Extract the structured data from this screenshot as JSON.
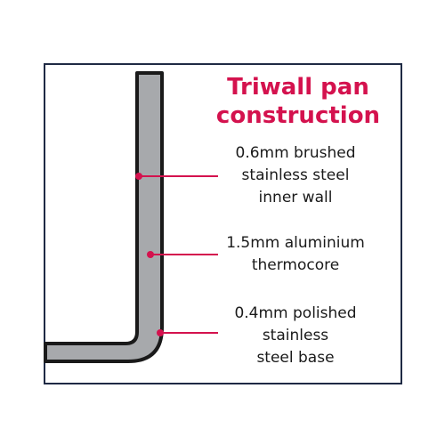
{
  "title": {
    "line1": "Triwall pan",
    "line2": "construction"
  },
  "callouts": [
    {
      "lines": [
        "0.6mm brushed",
        "stainless steel",
        "inner wall"
      ]
    },
    {
      "lines": [
        "1.5mm aluminium",
        "thermocore"
      ]
    },
    {
      "lines": [
        "0.4mm polished",
        "stainless",
        "steel base"
      ]
    }
  ],
  "colors": {
    "accent": "#d4124e",
    "frame": "#1f2a44",
    "pan_fill": "#a7a9ac",
    "pan_outline": "#1a1a1a"
  }
}
